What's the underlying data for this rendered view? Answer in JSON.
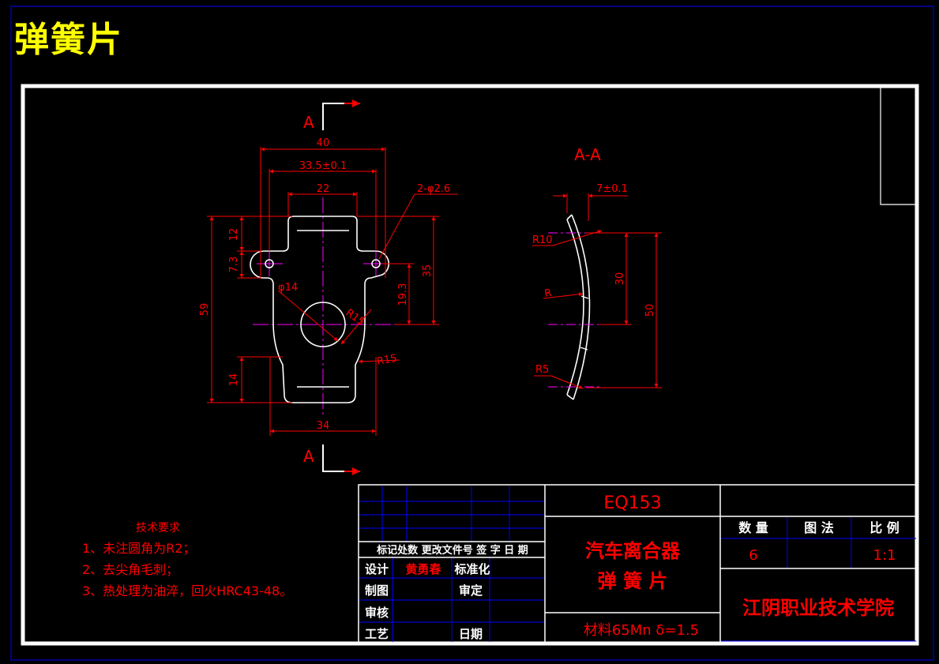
{
  "sheet_title": "弹簧片",
  "section": {
    "marker_top": "A",
    "marker_bottom": "A",
    "view_label": "A-A"
  },
  "dims_front": {
    "width_40": "40",
    "width_335": "33.5±0.1",
    "width_22": "22",
    "holes": "2-φ2.6",
    "h12": "12",
    "h73": "7.3",
    "h59": "59",
    "h14": "14",
    "h35": "35",
    "h193": "19.3",
    "dia14": "φ14",
    "r15_inner": "R15",
    "r15_outer": "R15",
    "width_34": "34"
  },
  "dims_section": {
    "thick": "7±0.1",
    "r10": "R10",
    "r": "R",
    "r5": "R5",
    "h30": "30",
    "h50": "50"
  },
  "tech_req": {
    "title": "技术要求",
    "items": [
      "1、未注圆角为R2；",
      "2、去尖角毛刺；",
      "3、热处理为油淬，回火HRC43-48。"
    ]
  },
  "title_block": {
    "drawing_no": "EQ153",
    "name_line1": "汽车离合器",
    "name_line2": "弹 簧 片",
    "material": "材料65Mn  δ=1.5",
    "headers": {
      "qty": "数 量",
      "drawing_method": "图 法",
      "scale": "比 例"
    },
    "qty": "6",
    "scale": "1:1",
    "school": "江阴职业技术学院",
    "rev_header": "标记处数 更改文件号  签 字  日 期",
    "design": "设计",
    "designer": "黄勇春",
    "standardize": "标准化",
    "draw": "制图",
    "approve": "审定",
    "check": "审核",
    "process": "工艺",
    "date": "日期"
  },
  "colors": {
    "border": "#ffffff",
    "outer_frame": "#0000ff",
    "part": "#ffffff",
    "dimension": "#ff0000",
    "center": "#ff00ff",
    "grid": "#0000ff",
    "title": "#ffff00"
  }
}
